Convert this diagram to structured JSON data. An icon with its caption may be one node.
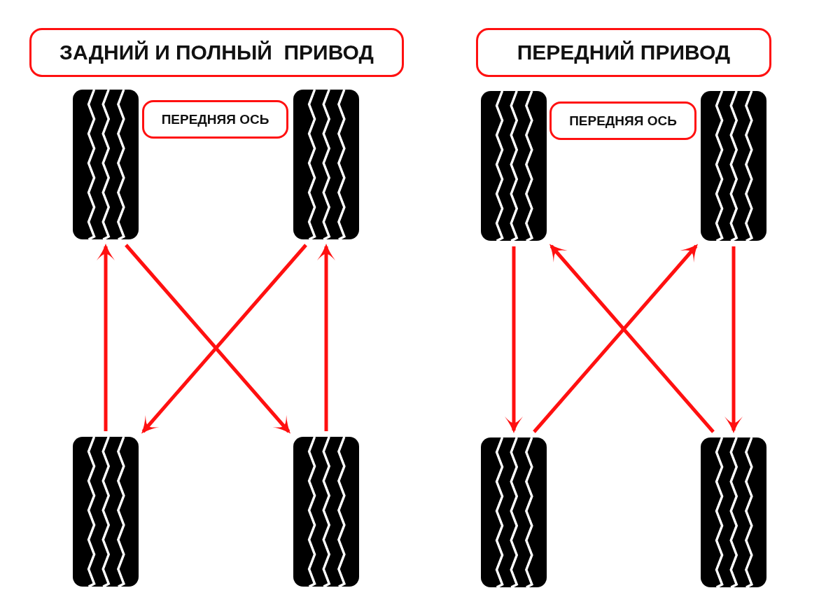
{
  "diagram": {
    "nodes": [
      {
        "text": [
          "ЗАДНИЙ И ПОЛНЫЙ  ПРИВОД"
        ]
      },
      {
        "text": [],
        "shape": "picture"
      },
      {
        "text": [
          "ПЕРЕДНЯЯ ОСЬ"
        ]
      },
      {
        "text": [],
        "shape": "picture"
      },
      {
        "text": [],
        "shape": "picture"
      },
      {
        "text": [],
        "shape": "picture"
      },
      {
        "text": [
          "ПЕРЕДНИЙ ПРИВОД"
        ]
      },
      {
        "text": [],
        "shape": "picture"
      },
      {
        "text": [
          "ПЕРЕДНЯЯ ОСЬ"
        ]
      },
      {
        "text": [],
        "shape": "picture"
      },
      {
        "text": [],
        "shape": "picture"
      },
      {
        "text": [],
        "shape": "picture"
      }
    ],
    "edges": [
      {
        "from": 4,
        "to": 1,
        "arrow": "to"
      },
      {
        "from": 1,
        "to": 5,
        "arrow": "to"
      },
      {
        "from": 3,
        "to": 4,
        "arrow": "to"
      },
      {
        "from": 5,
        "to": 3,
        "arrow": "to"
      },
      {
        "from": 7,
        "to": 10,
        "arrow": "to"
      },
      {
        "from": 9,
        "to": 11,
        "arrow": "to"
      },
      {
        "from": 10,
        "to": 9,
        "arrow": "to"
      },
      {
        "from": 11,
        "to": 7,
        "arrow": "to"
      }
    ]
  }
}
